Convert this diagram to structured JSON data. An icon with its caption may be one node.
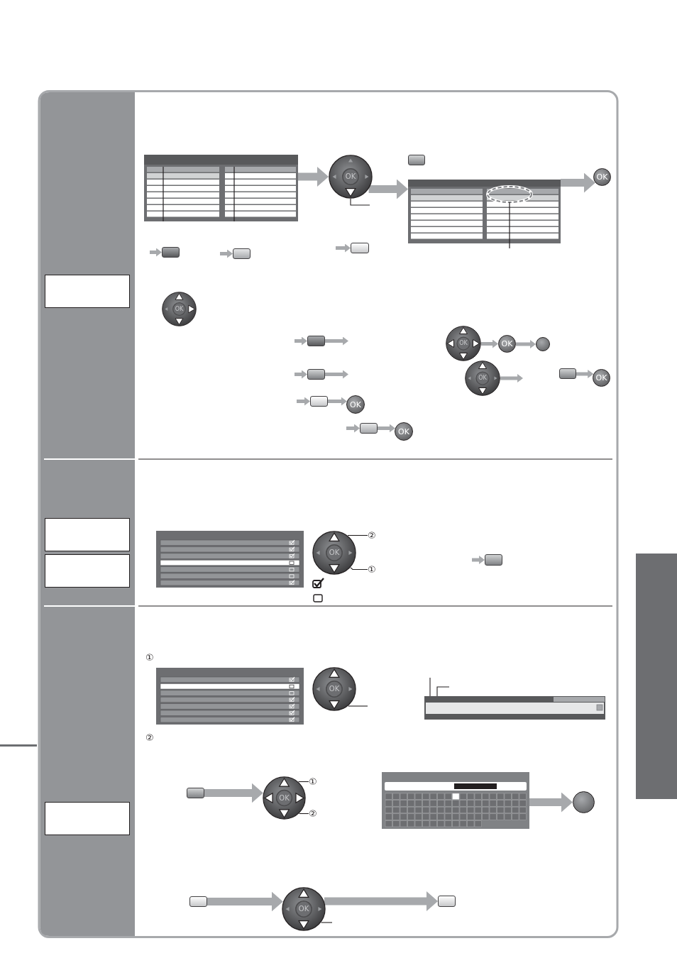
{
  "diagram": {
    "nodes": [
      {
        "text": [],
        "shape": "picture"
      },
      {
        "text": [
          "OK"
        ]
      },
      {
        "text": [],
        "shape": "picture"
      },
      {
        "text": [
          "OK"
        ]
      },
      {
        "text": [],
        "shape": "box"
      },
      {
        "text": [],
        "shape": "box"
      },
      {
        "text": [],
        "shape": "box"
      },
      {
        "text": [
          "OK"
        ]
      },
      {
        "text": [],
        "shape": "box"
      },
      {
        "text": [
          "OK"
        ]
      },
      {
        "text": [
          "OK"
        ]
      },
      {
        "text": [],
        "shape": "circle"
      },
      {
        "text": [],
        "shape": "box"
      },
      {
        "text": [
          "OK"
        ]
      },
      {
        "text": [],
        "shape": "box"
      },
      {
        "text": [
          "OK"
        ]
      },
      {
        "text": [],
        "shape": "box"
      },
      {
        "text": [
          "OK"
        ]
      },
      {
        "text": [],
        "shape": "box"
      },
      {
        "text": [
          "OK"
        ]
      },
      {
        "text": [],
        "shape": "picture"
      },
      {
        "text": [
          "OK"
        ]
      },
      {
        "text": [
          "②"
        ]
      },
      {
        "text": [
          "①"
        ]
      },
      {
        "text": [],
        "shape": "box"
      },
      {
        "text": [],
        "shape": "picture"
      },
      {
        "text": [
          "OK"
        ]
      },
      {
        "text": [],
        "shape": "picture"
      },
      {
        "text": [],
        "shape": "box"
      },
      {
        "text": [
          "OK"
        ]
      },
      {
        "text": [
          "①"
        ]
      },
      {
        "text": [
          "②"
        ]
      },
      {
        "text": [],
        "shape": "picture"
      },
      {
        "text": [],
        "shape": "circle"
      },
      {
        "text": [],
        "shape": "box"
      },
      {
        "text": [
          "OK"
        ]
      },
      {
        "text": [],
        "shape": "box"
      },
      {
        "text": [],
        "shape": "box"
      }
    ],
    "edges": [
      {
        "from": 0,
        "to": 1,
        "arrow": "to",
        "style": "thick"
      },
      {
        "from": 1,
        "to": 2,
        "arrow": "to",
        "style": "thick"
      },
      {
        "from": 2,
        "to": 3,
        "arrow": "to",
        "style": "thick"
      },
      {
        "from": null,
        "to": 1,
        "arrow": "none",
        "color": "#231f20"
      },
      {
        "from": null,
        "to": 4,
        "arrow": "to"
      },
      {
        "from": null,
        "to": 5,
        "arrow": "to"
      },
      {
        "from": null,
        "to": 6,
        "arrow": "to"
      },
      {
        "from": null,
        "to": 8,
        "arrow": "to"
      },
      {
        "from": 8,
        "to": null,
        "arrow": "to"
      },
      {
        "from": 9,
        "to": 10,
        "arrow": "to"
      },
      {
        "from": 10,
        "to": 11,
        "arrow": "to"
      },
      {
        "from": null,
        "to": 12,
        "arrow": "to"
      },
      {
        "from": 12,
        "to": null,
        "arrow": "to"
      },
      {
        "from": 13,
        "to": null,
        "arrow": "to"
      },
      {
        "from": 14,
        "to": 15,
        "arrow": "to"
      },
      {
        "from": null,
        "to": 16,
        "arrow": "to"
      },
      {
        "from": 16,
        "to": 17,
        "arrow": "to"
      },
      {
        "from": null,
        "to": 18,
        "arrow": "to"
      },
      {
        "from": 18,
        "to": 19,
        "arrow": "to"
      },
      {
        "from": 22,
        "to": 21,
        "arrow": "none",
        "color": "#231f20"
      },
      {
        "from": 23,
        "to": 21,
        "arrow": "none",
        "color": "#231f20"
      },
      {
        "from": null,
        "to": 24,
        "arrow": "to"
      },
      {
        "from": null,
        "to": 26,
        "arrow": "none",
        "color": "#231f20"
      },
      {
        "from": null,
        "to": 27,
        "arrow": "none",
        "color": "#231f20"
      },
      {
        "from": null,
        "to": 27,
        "arrow": "none",
        "color": "#231f20"
      },
      {
        "from": 28,
        "to": 29,
        "arrow": "to",
        "style": "thick"
      },
      {
        "from": 30,
        "to": 29,
        "arrow": "none",
        "color": "#231f20"
      },
      {
        "from": 31,
        "to": 29,
        "arrow": "none",
        "color": "#231f20"
      },
      {
        "from": 32,
        "to": 33,
        "arrow": "to",
        "style": "thick"
      },
      {
        "from": 34,
        "to": 35,
        "arrow": "to",
        "style": "thick"
      },
      {
        "from": 35,
        "to": 36,
        "arrow": "to",
        "style": "thick"
      },
      {
        "from": null,
        "to": 35,
        "arrow": "none",
        "color": "#231f20"
      }
    ],
    "labels": [
      "①",
      "②"
    ]
  }
}
